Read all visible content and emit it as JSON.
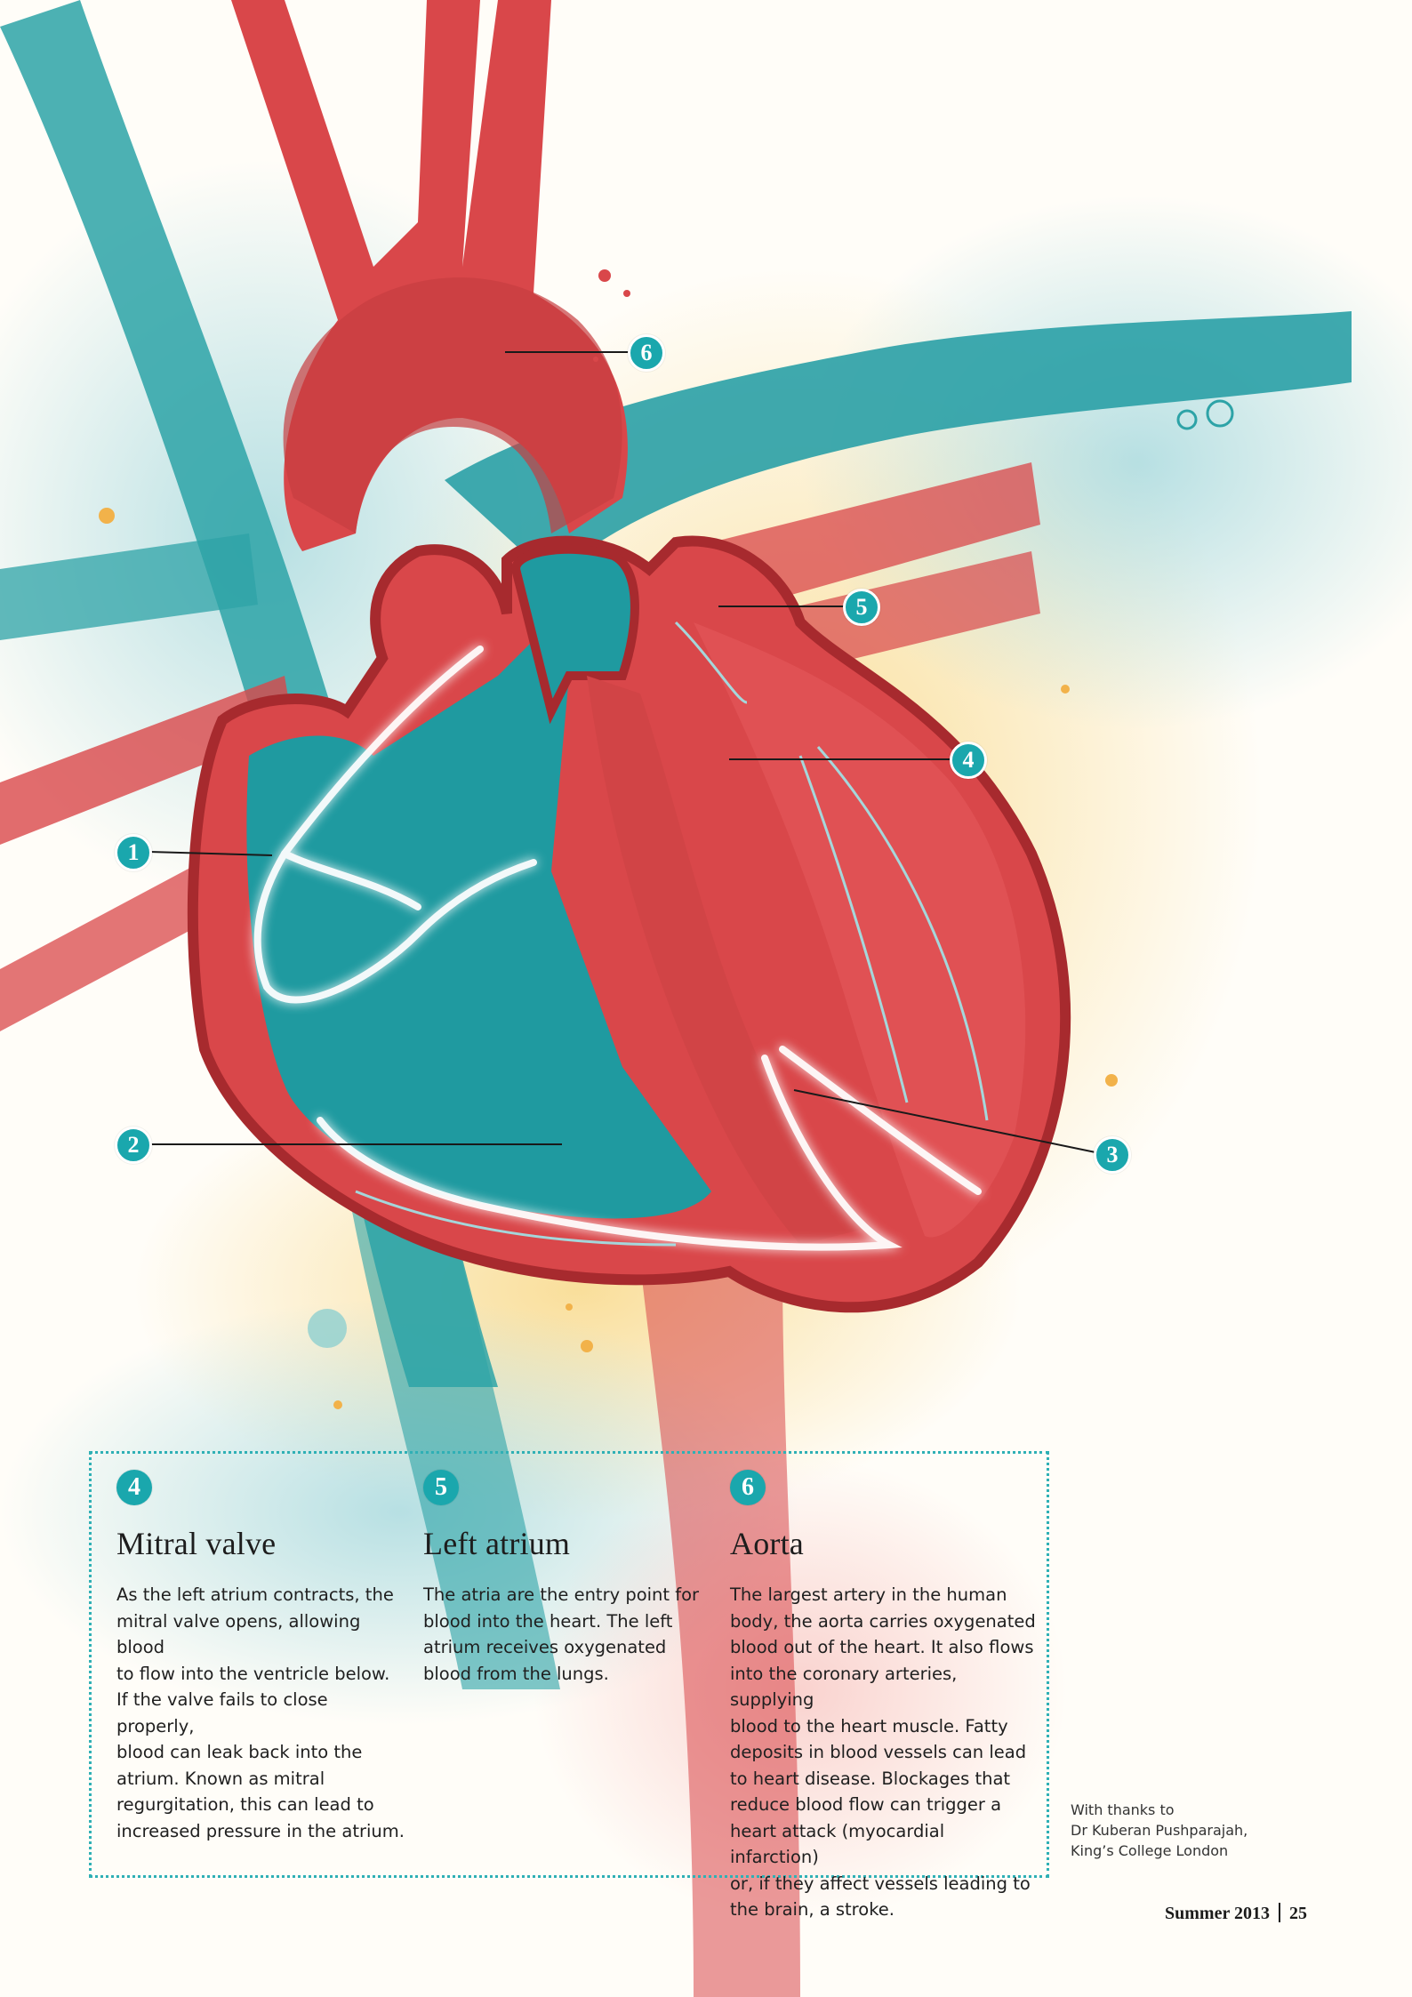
{
  "labels": {
    "m1": "1",
    "m2": "2",
    "m3": "3",
    "m4": "4",
    "m5": "5",
    "m6": "6"
  },
  "sections": [
    {
      "number": "4",
      "title": "Mitral valve",
      "lines": [
        "As the left atrium contracts, the",
        "mitral valve opens, allowing blood",
        "to flow into the ventricle below.",
        "If the valve fails to close properly,",
        "blood can leak back into the",
        "atrium. Known as mitral",
        "regurgitation, this can lead to",
        "increased pressure in the atrium."
      ]
    },
    {
      "number": "5",
      "title": "Left atrium",
      "lines": [
        "The atria are the entry point for",
        "blood into the heart. The left",
        "atrium receives oxygenated",
        "blood from the lungs."
      ]
    },
    {
      "number": "6",
      "title": "Aorta",
      "lines": [
        "The largest artery in the human",
        "body, the aorta carries oxygenated",
        "blood out of the heart. It also flows",
        "into the coronary arteries, supplying",
        "blood to the heart muscle. Fatty",
        "deposits in blood vessels can lead",
        "to heart disease. Blockages that",
        "reduce blood flow can trigger a",
        "heart attack (myocardial infarction)",
        "or, if they affect vessels leading to",
        "the brain, a stroke."
      ]
    }
  ],
  "credits": {
    "line1": "With thanks to",
    "line2": "Dr Kuberan Pushparajah,",
    "line3": "King’s College London"
  },
  "footer": {
    "issue": "Summer 2013",
    "page": "25"
  },
  "colors": {
    "teal": "#1aa7ad",
    "red": "#d9474a",
    "yellow": "#f7d98a"
  }
}
